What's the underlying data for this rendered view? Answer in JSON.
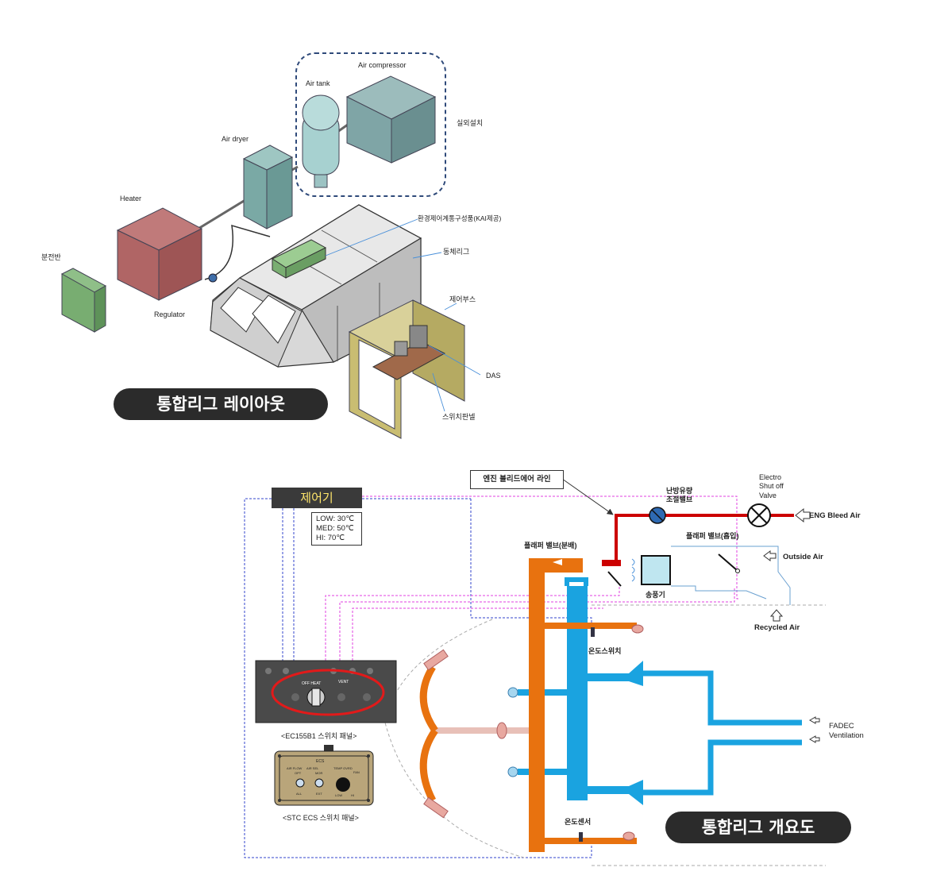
{
  "layout_section": {
    "labels": {
      "air_compressor": "Air compressor",
      "air_tank": "Air tank",
      "outdoor": "실외설치",
      "air_dryer": "Air dryer",
      "heater": "Heater",
      "ecs_parts": "환경제어계통구성품(KAI제공)",
      "distribution_panel": "분전반",
      "fuselage_rig": "동체리그",
      "regulator": "Regulator",
      "control_booth": "제어부스",
      "das": "DAS",
      "switch_panel": "스위치판넬"
    },
    "title": "통합리그 레이아웃"
  },
  "overview_section": {
    "controller": "제어기",
    "temps": [
      "LOW: 30℃",
      "MED: 50℃",
      "HI: 70℃"
    ],
    "engine_bleed_line": "엔진 블리드에어 라인",
    "flow_valve": [
      "난방유량",
      "조절밸브"
    ],
    "shutoff_valve": [
      "Electro",
      "Shut off",
      "Valve"
    ],
    "eng_bleed_air": "ENG Bleed Air",
    "flapper_valve_dist": "플래퍼 밸브(분배)",
    "flapper_valve_intake": "플래퍼 밸브(흡입)",
    "outside_air": "Outside Air",
    "blower": "송풍기",
    "recycled_air": "Recycled Air",
    "temp_switch": "온도스위치",
    "fadec": [
      "FADEC",
      "Ventilation"
    ],
    "temp_sensor": "온도센서",
    "ec155_panel": "<EC155B1 스위치 패널>",
    "stc_panel": "<STC ECS 스위치 패널>",
    "panel_text": {
      "off_heat": "OFF HEAT",
      "vent": "VENT",
      "ecs": "ECS",
      "air_flow": "AIR FLOW",
      "air_sel": "AIR SEL",
      "temp_ovrd": "TEMP OVRD",
      "opt": "OPT",
      "mor": "MOR",
      "all": "ALL",
      "ext": "EXT",
      "low": "LOW",
      "hi": "HI",
      "fan": "FAN"
    },
    "title": "통합리그 개요도"
  }
}
